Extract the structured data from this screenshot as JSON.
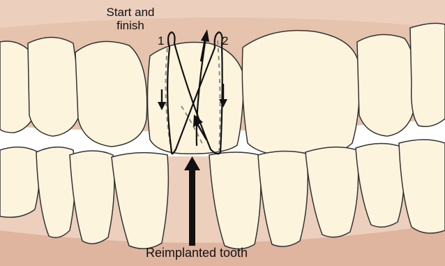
{
  "labels": {
    "start_finish_line1": "Start and",
    "start_finish_line2": "finish",
    "point_1": "1",
    "point_2": "2",
    "caption": "Reimplanted tooth"
  },
  "colors": {
    "gum": "#eccfbc",
    "gum_dark": "#dfb59f",
    "tooth": "#fdf4de",
    "tooth_outline": "#333333",
    "gap": "#ffffff",
    "suture": "#111111",
    "suture_hidden": "#8a8a8a",
    "arrow": "#111111"
  },
  "diagram": {
    "subject": "splinting suture over reimplanted upper central incisor"
  }
}
